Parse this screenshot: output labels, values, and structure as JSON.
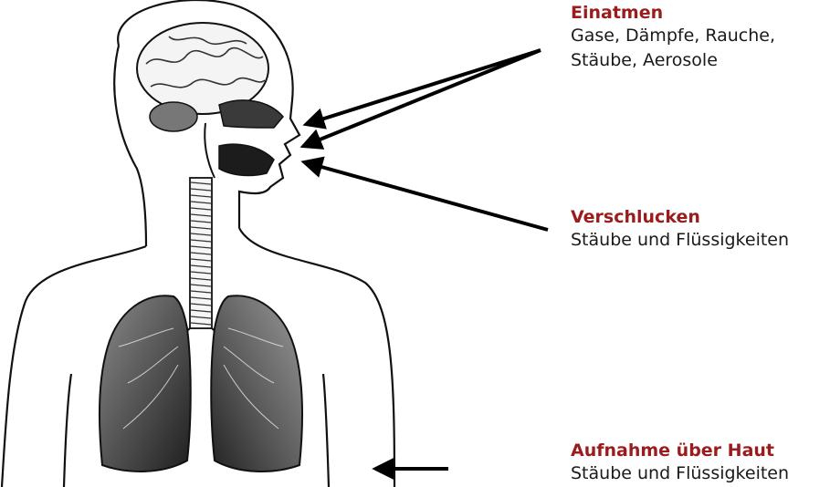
{
  "routes": {
    "inhalation": {
      "title": "Einatmen",
      "lines": [
        "Gase, Dämpfe, Rauche,",
        "Stäube, Aerosole"
      ]
    },
    "ingestion": {
      "title": "Verschlucken",
      "lines": [
        "Stäube und Flüssigkeiten"
      ]
    },
    "skin": {
      "title": "Aufnahme über Haut",
      "lines": [
        "Stäube und Flüssigkeiten"
      ]
    }
  },
  "colors": {
    "title": "#9b1c1c",
    "text": "#1a1a1a",
    "arrow": "#000000",
    "lung_dark": "#2b2b2b",
    "lung_mid": "#6a6a6a"
  },
  "icons": [
    "brain-icon",
    "lungs-icon",
    "trachea-icon",
    "arrow-icon"
  ]
}
